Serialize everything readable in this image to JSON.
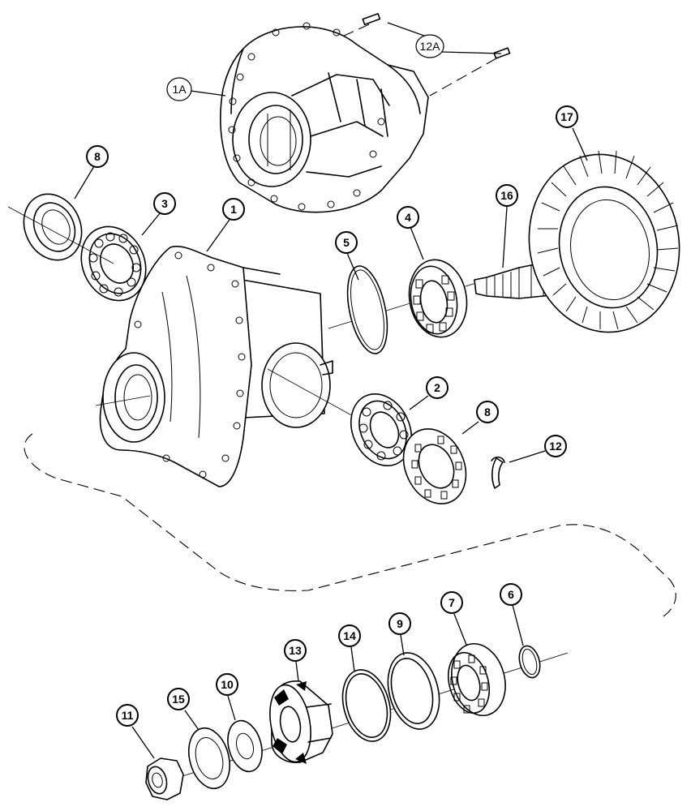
{
  "diagram": {
    "callouts": {
      "c1A": "1A",
      "c12A": "12A",
      "c8a": "8",
      "c3": "3",
      "c1": "1",
      "c5": "5",
      "c4": "4",
      "c16": "16",
      "c17": "17",
      "c2": "2",
      "c8b": "8",
      "c12": "12",
      "c7": "7",
      "c6": "6",
      "c9": "9",
      "c14": "14",
      "c13": "13",
      "c10": "10",
      "c15": "15",
      "c11": "11"
    }
  }
}
